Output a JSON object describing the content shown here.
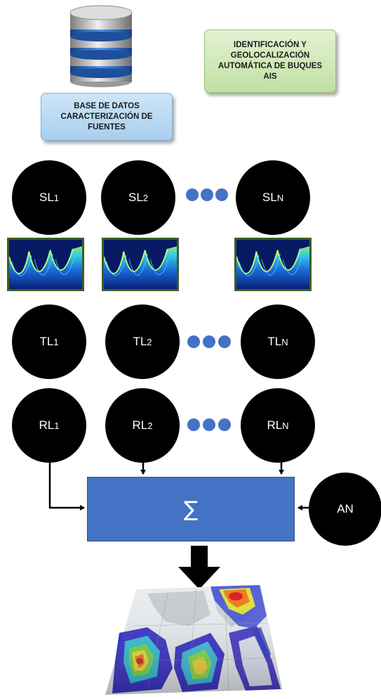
{
  "database": {
    "icon": "database-icon",
    "label": "BASE DE DATOS CARACTERIZACIÓN DE FUENTES"
  },
  "ais": {
    "label": "IDENTIFICACIÓN Y GEOLOCALIZACIÓN AUTOMÁTICA DE BUQUES AIS"
  },
  "sl_nodes": [
    {
      "base": "SL",
      "sub": "1"
    },
    {
      "base": "SL",
      "sub": "2"
    },
    {
      "base": "SL",
      "sub": "N"
    }
  ],
  "tl_nodes": [
    {
      "base": "TL",
      "sub": "1"
    },
    {
      "base": "TL",
      "sub": "2"
    },
    {
      "base": "TL",
      "sub": "N"
    }
  ],
  "rl_nodes": [
    {
      "base": "RL",
      "sub": "1"
    },
    {
      "base": "RL",
      "sub": "2"
    },
    {
      "base": "RL",
      "sub": "N"
    }
  ],
  "an_node": {
    "label": "AN"
  },
  "sum_block": {
    "symbol": "∑"
  },
  "spectrograms": [
    "spectrogram-1",
    "spectrogram-2",
    "spectrogram-n"
  ],
  "output_map": "noise-map",
  "colors": {
    "node": "#000000",
    "dots": "#4472c4",
    "sum_block": "#4472c4",
    "db_box": "#bcdaf3",
    "ais_box": "#d2e9bb"
  }
}
